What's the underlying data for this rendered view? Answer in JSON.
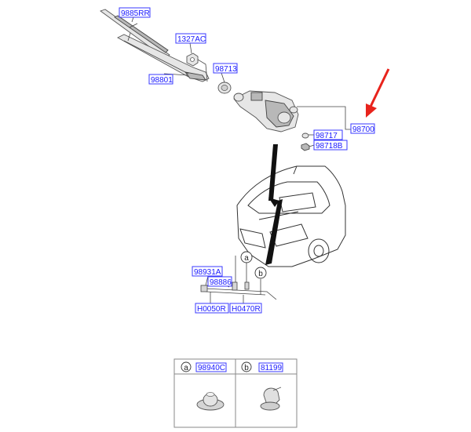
{
  "part_labels": {
    "blade": "9885RR",
    "nut": "1327AC",
    "arm": "98801",
    "cap": "98713",
    "motor": "98700",
    "washer": "98717",
    "bolt": "98718B",
    "hose_clip": "98931A",
    "hose": "98886",
    "connector_left": "H0050R",
    "connector_right": "H0470R"
  },
  "callouts": {
    "a": "a",
    "b": "b"
  },
  "legend": {
    "a_letter": "a",
    "a_part": "98940C",
    "b_letter": "b",
    "b_part": "81199"
  },
  "colors": {
    "label_text": "#1a1aff",
    "label_border": "#3a3aff",
    "arrow": "#e8231c"
  }
}
